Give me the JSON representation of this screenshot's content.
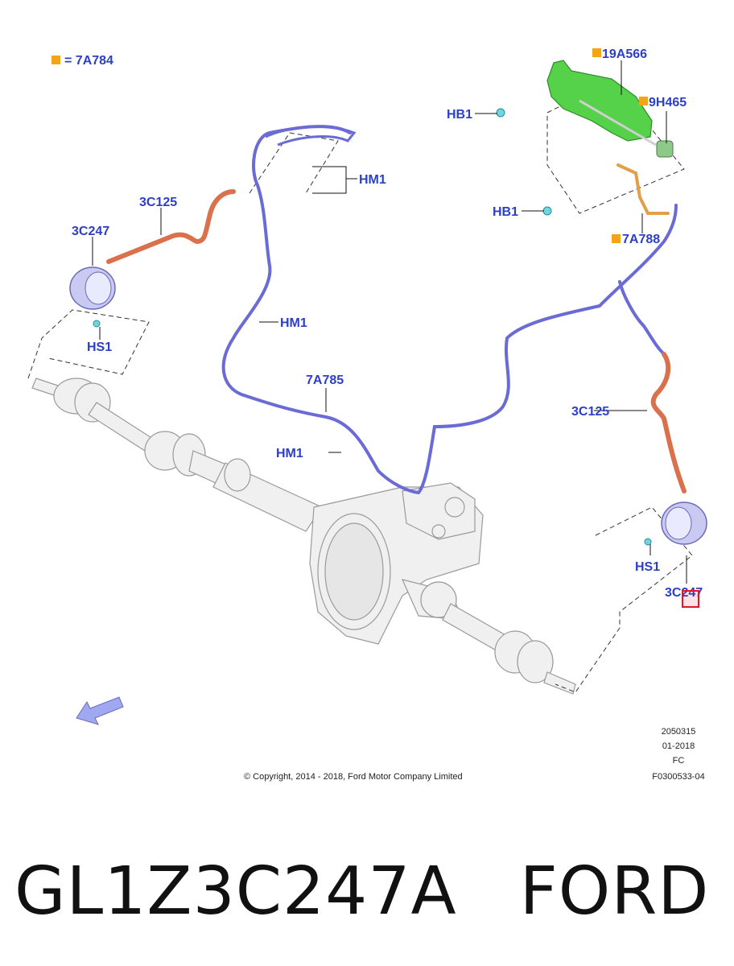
{
  "colors": {
    "callout": "#2c3fc7",
    "legend_marker": "#f3a51a",
    "hydraulic_line": "#6b6bd6",
    "hose": "#d9714d",
    "reservoir": "#55d14a",
    "clip": "#6fd6e0",
    "highlight": "#e0142c"
  },
  "legend": {
    "label": "= 7A784",
    "marker": "square-orange"
  },
  "callouts": {
    "reservoir": "19A566",
    "fitting": "9H465",
    "hb1_top": "HB1",
    "hb1_bottom": "HB1",
    "hm1_top": "HM1",
    "hm1_mid": "HM1",
    "hm1_bottom": "HM1",
    "pipe_7a788": "7A788",
    "hose_left": "3C125",
    "hose_right": "3C125",
    "cylinder_left": "3C247",
    "cylinder_right": "3C247",
    "hs1_left": "HS1",
    "hs1_right": "HS1",
    "line_7a785": "7A785"
  },
  "meta": {
    "code1": "2050315",
    "code2": "01-2018",
    "code3": "FC",
    "code4": "F0300533-04",
    "copyright": "© Copyright, 2014 - 2018, Ford Motor Company Limited"
  },
  "part": {
    "number": "GL1Z3C247A",
    "brand": "FORD"
  },
  "icons": [
    "direction-arrow-icon",
    "square-marker-icon"
  ]
}
